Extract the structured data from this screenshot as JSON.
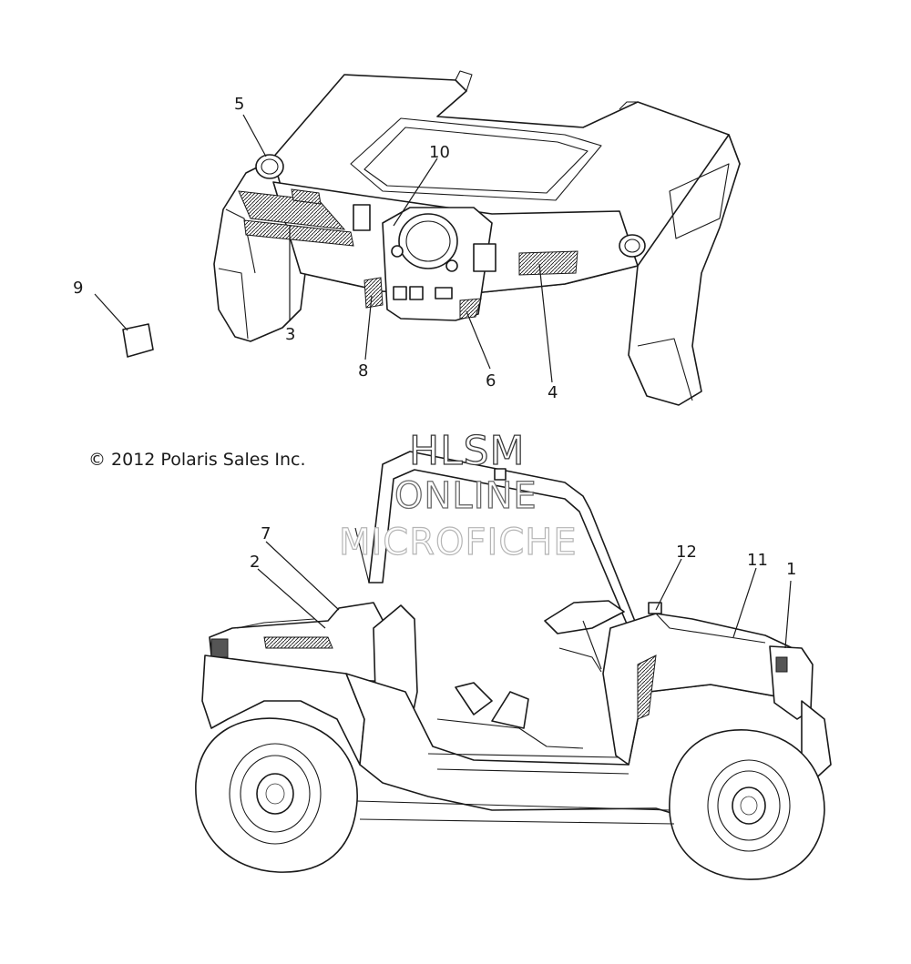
{
  "copyright": "© 2012 Polaris Sales Inc.",
  "watermark": {
    "line1": "HLSM",
    "line2": "ONLINE",
    "line3": "MICROFICHE"
  },
  "callouts": {
    "c1": "1",
    "c2": "2",
    "c3": "3",
    "c4": "4",
    "c5": "5",
    "c6": "6",
    "c7": "7",
    "c8": "8",
    "c9": "9",
    "c10": "10",
    "c11": "11",
    "c12": "12"
  },
  "colors": {
    "line": "#1a1a1a",
    "background": "#ffffff",
    "hatch": "#1a1a1a"
  }
}
